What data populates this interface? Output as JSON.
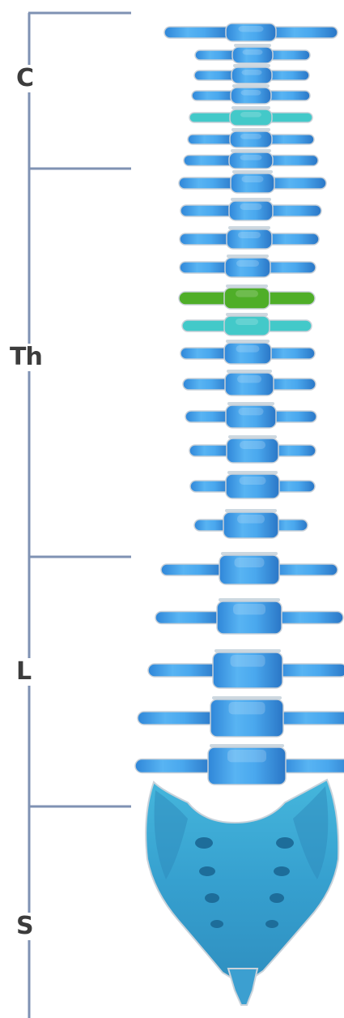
{
  "regions": [
    {
      "label": "C"
    },
    {
      "label": "Th"
    },
    {
      "label": "L"
    },
    {
      "label": "S"
    }
  ],
  "colors": {
    "bracket": "#7f92b3",
    "bone": "#3fa1ee",
    "bone_light": "#7fc8f6",
    "bone_dark": "#2a72c2",
    "disc": "#cdd8e0",
    "highlight_green": "#4fae28",
    "highlight_teal": "#43c9c9",
    "sacrum": "#3aa9d6",
    "sacrum_dark": "#247aa5"
  },
  "icons": [
    "spine-illustration",
    "vertebra",
    "sacrum",
    "coccyx"
  ]
}
